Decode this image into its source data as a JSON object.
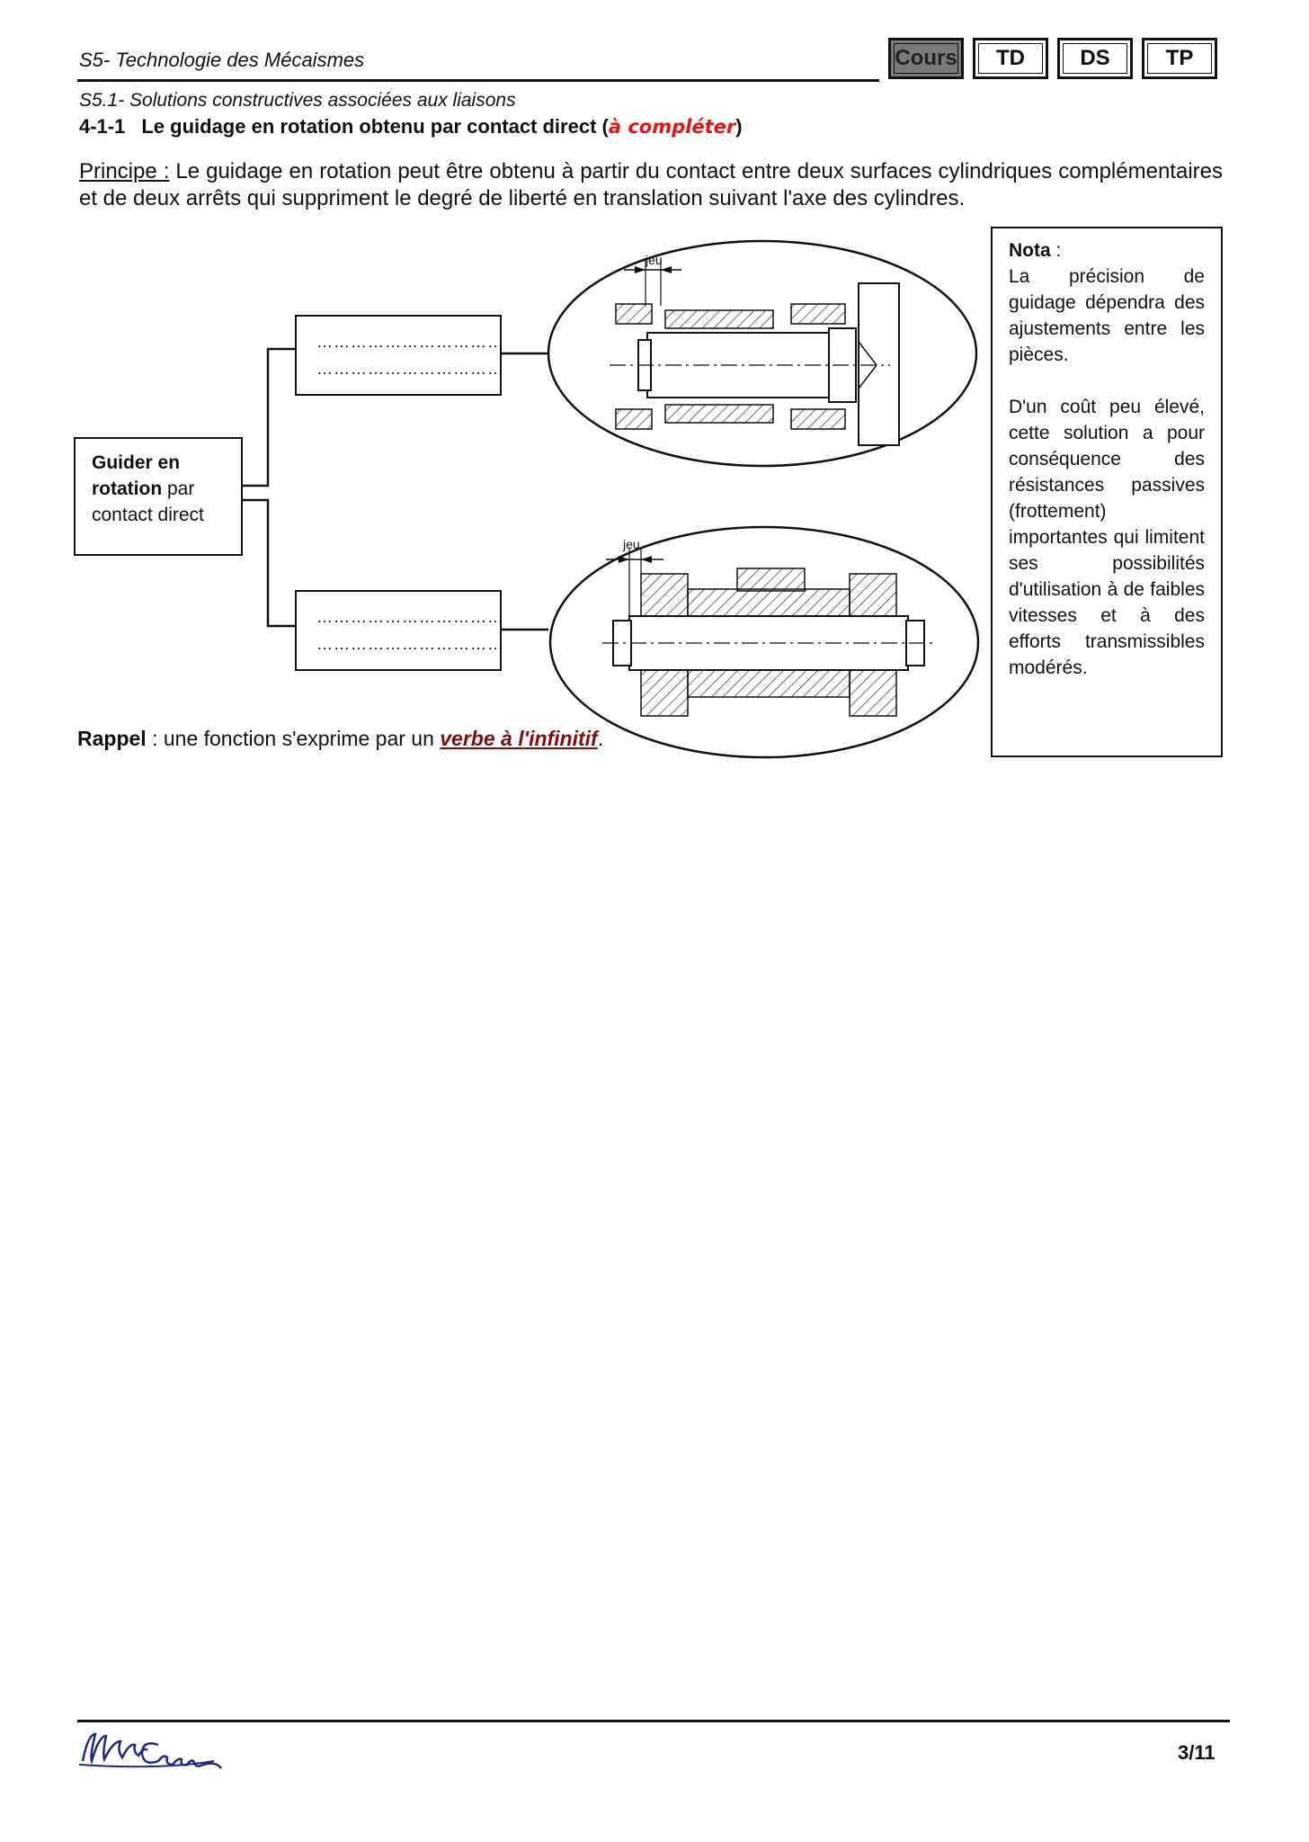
{
  "header": {
    "title": "S5- Technologie des Mécaismes",
    "tabs": [
      {
        "label": "Cours",
        "active": true
      },
      {
        "label": "TD",
        "active": false
      },
      {
        "label": "DS",
        "active": false
      },
      {
        "label": "TP",
        "active": false
      }
    ]
  },
  "subsection": "S5.1- Solutions constructives associées aux liaisons",
  "section": {
    "number": "4-1-1",
    "title": "Le guidage en rotation obtenu par contact direct",
    "paren_open": "(",
    "note": "à compléter",
    "paren_close": ")"
  },
  "principle": {
    "label": "Principe :",
    "text": "Le guidage en rotation peut être obtenu à partir du contact entre deux surfaces cylindriques complémentaires et de deux arrêts qui suppriment le degré de liberté en translation suivant l'axe des cylindres."
  },
  "diagram": {
    "root": {
      "bold": "Guider en rotation",
      "rest": " par contact direct"
    },
    "top_blanks": [
      "……………………………",
      "……………………………"
    ],
    "bottom_blanks": [
      "……………………………",
      "……………………………"
    ],
    "jeu_label_top": "jeu",
    "jeu_label_bottom": "jeu"
  },
  "nota": {
    "title": "Nota",
    "colon": " :",
    "p1": "La précision de guidage dépendra des ajustements entre les pièces.",
    "p2": "D'un coût peu élevé, cette solution a pour conséquence des résistances passives (frottement) importantes qui limitent ses possibilités d'utilisation à de faibles vitesses et à des efforts transmissibles modérés."
  },
  "rappel": {
    "label": "Rappel",
    "text": " : une fonction s'exprime par un ",
    "emphasis": "verbe à l'infinitif",
    "end": "."
  },
  "footer": {
    "signature": "Marie Curie",
    "page": "3/11"
  }
}
